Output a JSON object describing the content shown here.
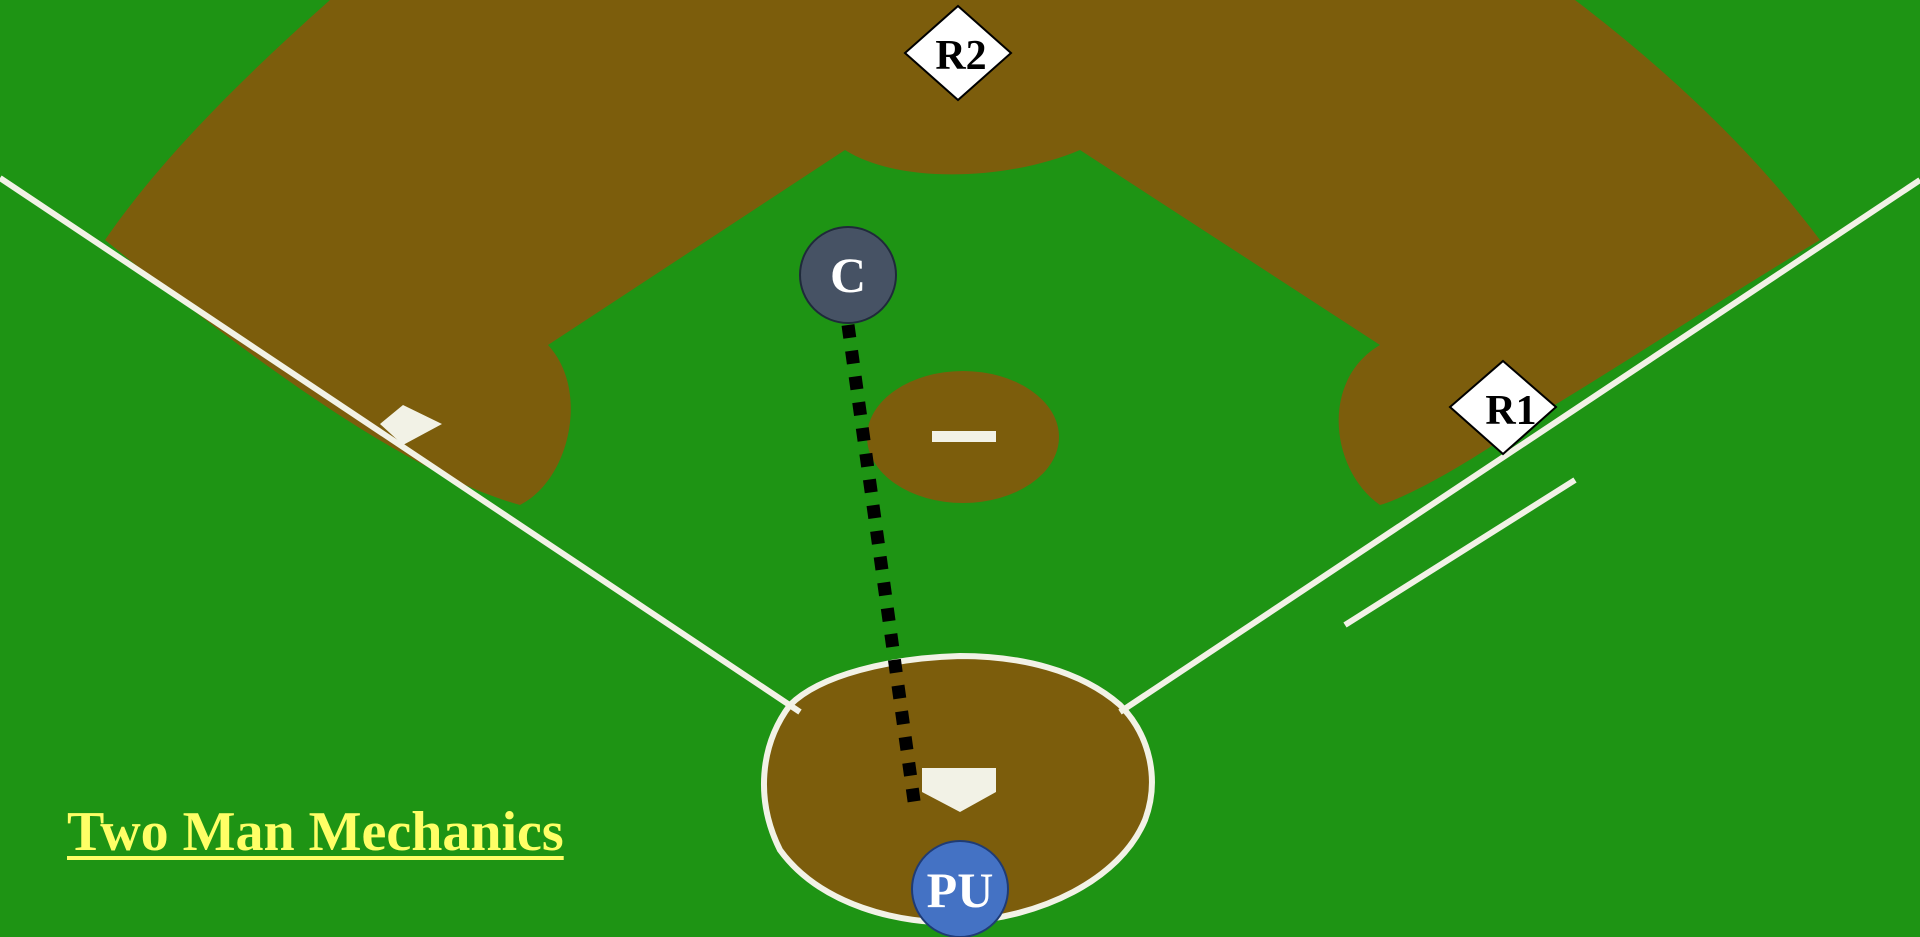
{
  "title": "Two Man Mechanics",
  "umpires": [
    {
      "id": "C",
      "label": "C",
      "color": "#465264"
    },
    {
      "id": "PU",
      "label": "PU",
      "color": "#4472c4"
    }
  ],
  "runners": [
    {
      "id": "R2",
      "label": "R2"
    },
    {
      "id": "R1",
      "label": "R1"
    }
  ],
  "colors": {
    "grass": "#1e9414",
    "dirt": "#7c5d0c",
    "chalk": "#f2f2e6",
    "title": "#ffff66",
    "path": "#000000"
  }
}
